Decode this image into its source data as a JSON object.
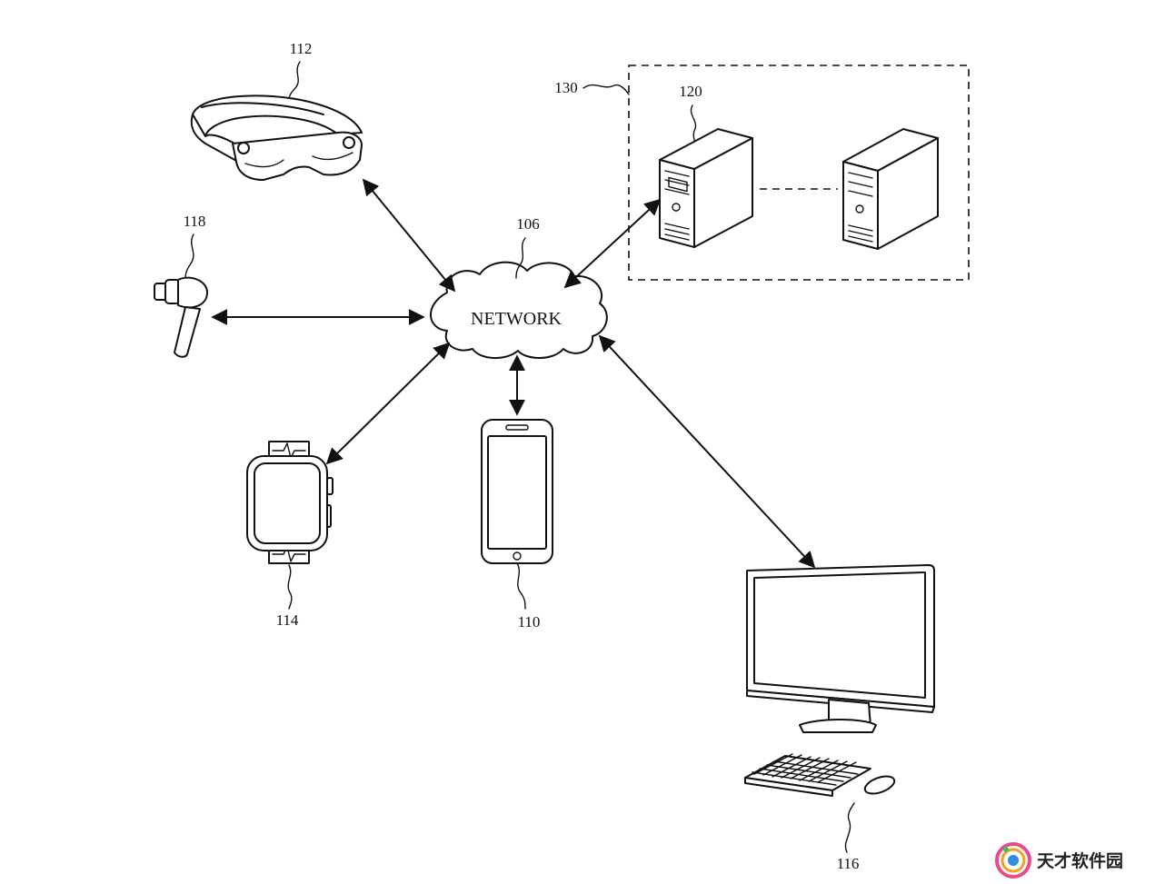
{
  "diagram": {
    "network_label": "NETWORK",
    "ref_labels": {
      "network": "106",
      "phone": "110",
      "headset": "112",
      "watch": "114",
      "computer": "116",
      "earbud": "118",
      "server": "120",
      "server_group": "130"
    },
    "icons": [
      "headset-icon",
      "earbud-icon",
      "watch-icon",
      "phone-icon",
      "server-icon",
      "desktop-computer-icon",
      "keyboard-icon",
      "mouse-icon",
      "cloud-icon"
    ]
  },
  "watermark": {
    "text": "天才软件园"
  }
}
